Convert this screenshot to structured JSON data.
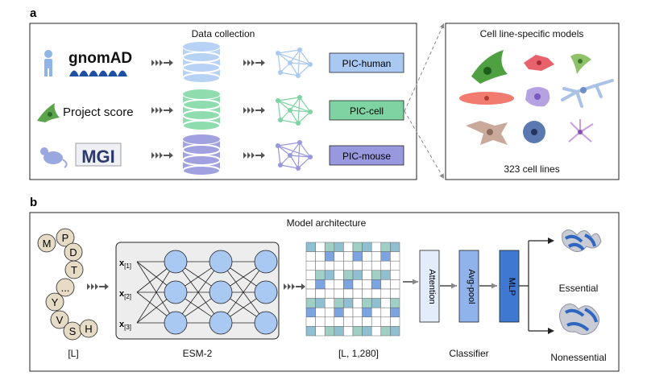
{
  "panel_a": {
    "letter": "a",
    "title": "Data collection",
    "sources": [
      {
        "label": "gnomAD",
        "pic": "PIC-human",
        "color": "#a9c8f2",
        "db_color": "#b8d2f6",
        "icon": "human-icon"
      },
      {
        "label": "Project score",
        "pic": "PIC-cell",
        "color": "#7fd3a2",
        "db_color": "#8fdcae",
        "icon": "cell-icon"
      },
      {
        "label": "MGI",
        "pic": "PIC-mouse",
        "color": "#9898de",
        "db_color": "#a1a1e0",
        "icon": "mouse-icon"
      }
    ],
    "cell_models_title": "Cell line-specific models",
    "cell_models_caption": "323 cell lines"
  },
  "panel_b": {
    "letter": "b",
    "title": "Model architecture",
    "sequence": [
      "M",
      "P",
      "D",
      "T",
      "...",
      "Y",
      "V",
      "S",
      "H"
    ],
    "sequence_caption": "[L]",
    "esm_caption": "ESM-2",
    "inputs": [
      {
        "base": "x",
        "sub": "[1]"
      },
      {
        "base": "x",
        "sub": "[2]"
      },
      {
        "base": "x",
        "sub": "[3]"
      }
    ],
    "embedding_caption": "[L, 1,280]",
    "classifier_layers": [
      "Attention",
      "Avg-pool",
      "MLP"
    ],
    "classifier_caption": "Classifier",
    "outputs": [
      "Essential",
      "Nonessential"
    ]
  }
}
